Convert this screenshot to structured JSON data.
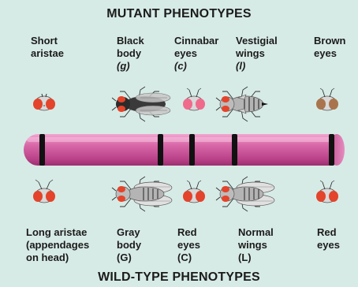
{
  "titles": {
    "top": "MUTANT PHENOTYPES",
    "bottom": "WILD-TYPE PHENOTYPES"
  },
  "mutant_labels": [
    {
      "name": "mutant-short-aristae",
      "lines": [
        "Short",
        "aristae"
      ]
    },
    {
      "name": "mutant-black-body",
      "lines": [
        "Black",
        "body",
        "(g)"
      ]
    },
    {
      "name": "mutant-cinnabar-eyes",
      "lines": [
        "Cinnabar",
        "eyes",
        "(c)"
      ]
    },
    {
      "name": "mutant-vestigial-wings",
      "lines": [
        "Vestigial",
        "wings",
        "(l)"
      ]
    },
    {
      "name": "mutant-brown-eyes",
      "lines": [
        "Brown",
        "eyes"
      ]
    }
  ],
  "wildtype_labels": [
    {
      "name": "wildtype-long-aristae",
      "lines": [
        "Long aristae",
        "(appendages",
        "on head)"
      ]
    },
    {
      "name": "wildtype-gray-body",
      "lines": [
        "Gray",
        "body",
        "(G)"
      ]
    },
    {
      "name": "wildtype-red-eyes",
      "lines": [
        "Red",
        "eyes",
        "(C)"
      ]
    },
    {
      "name": "wildtype-normal-wings",
      "lines": [
        "Normal",
        "wings",
        "(L)"
      ]
    },
    {
      "name": "wildtype-red-eyes-2",
      "lines": [
        "Red",
        "eyes"
      ]
    }
  ],
  "colors": {
    "background": "#d7ebe6",
    "chromosome": "#c9589a",
    "chromosome_highlight": "#e48cc0",
    "band": "#111111",
    "red_eye": "#e3442b",
    "cinnabar_eye": "#f06a8c",
    "brown_eye": "#a9744d",
    "gray_body": "#b4b4b4",
    "black_body": "#3a3a3a"
  }
}
